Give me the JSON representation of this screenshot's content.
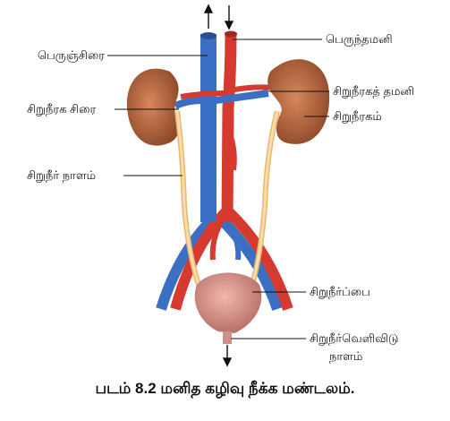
{
  "labels": {
    "inferior_vena_cava": "பெருஞ்சிரை",
    "aorta": "பெருந்தமனி",
    "renal_vein": "சிறுநீரக சிரை",
    "renal_artery": "சிறுநீரகத் தமனி",
    "kidney": "சிறுநீரகம்",
    "ureter": "சிறுநீர் நாளம்",
    "bladder": "சிறுநீர்ப்பை",
    "urethra_line1": "சிறுநீர்வெளிவிடு",
    "urethra_line2": "நாளம்"
  },
  "caption": "படம் 8.2 மனித கழிவு நீக்க மண்டலம்.",
  "colors": {
    "vein": "#3a6fc4",
    "artery": "#d63a2f",
    "kidney": "#b8673f",
    "ureter": "#f1c98a",
    "bladder": "#d99a8f"
  }
}
